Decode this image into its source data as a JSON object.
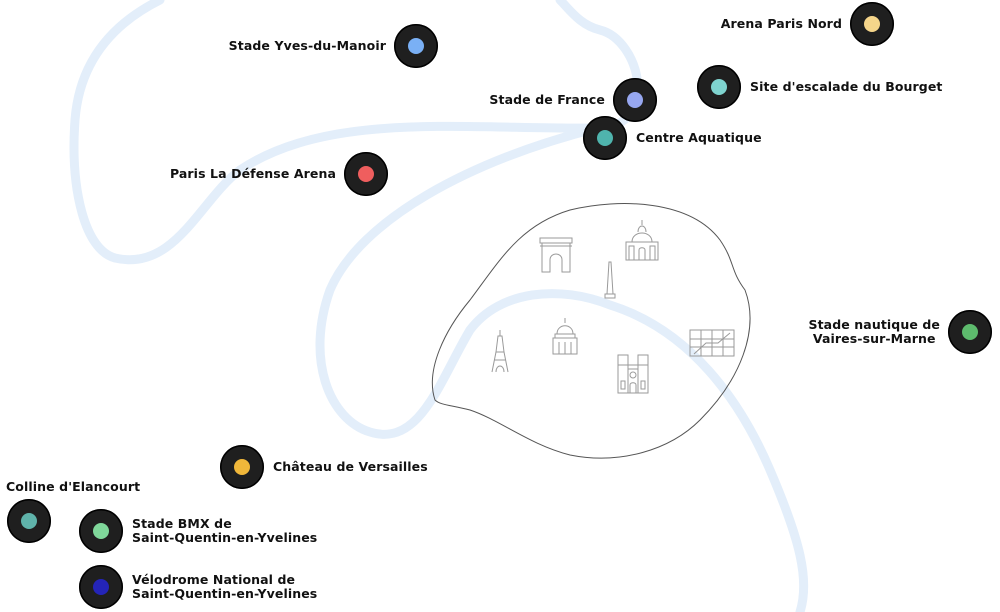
{
  "map": {
    "colors": {
      "river": "#e3eefa",
      "paris_outline": "#555555",
      "landmark_stroke": "#9a9a9a",
      "marker_fill": "#1f1f1f"
    },
    "venues": [
      {
        "id": "arena-paris-nord",
        "lines": [
          "Arena Paris Nord"
        ],
        "color": "#f5d58a",
        "icon": "venue-marker"
      },
      {
        "id": "stade-yves-du-manoir",
        "lines": [
          "Stade Yves-du-Manoir"
        ],
        "color": "#7ab0f5",
        "icon": "venue-marker"
      },
      {
        "id": "site-escalade-bourget",
        "lines": [
          "Site d'escalade du Bourget"
        ],
        "color": "#7fd3cf",
        "icon": "venue-marker"
      },
      {
        "id": "stade-de-france",
        "lines": [
          "Stade de France"
        ],
        "color": "#97a7f0",
        "icon": "venue-marker"
      },
      {
        "id": "centre-aquatique",
        "lines": [
          "Centre Aquatique"
        ],
        "color": "#4fb4ad",
        "icon": "venue-marker"
      },
      {
        "id": "paris-la-defense-arena",
        "lines": [
          "Paris La Défense Arena"
        ],
        "color": "#ef5e5e",
        "icon": "venue-marker"
      },
      {
        "id": "stade-nautique-vaires",
        "lines": [
          "Stade nautique de",
          "Vaires-sur-Marne"
        ],
        "color": "#5dbb6d",
        "icon": "venue-marker"
      },
      {
        "id": "chateau-de-versailles",
        "lines": [
          "Château de Versailles"
        ],
        "color": "#f0b73a",
        "icon": "venue-marker"
      },
      {
        "id": "colline-elancourt",
        "lines": [
          "Colline d'Elancourt"
        ],
        "color": "#5fb3aa",
        "icon": "venue-marker"
      },
      {
        "id": "stade-bmx-sqy",
        "lines": [
          "Stade BMX de",
          "Saint-Quentin-en-Yvelines"
        ],
        "color": "#7fd79a",
        "icon": "venue-marker"
      },
      {
        "id": "velodrome-sqy",
        "lines": [
          "Vélodrome National de",
          "Saint-Quentin-en-Yvelines"
        ],
        "color": "#2424b8",
        "icon": "venue-marker"
      }
    ],
    "landmarks": [
      {
        "id": "arc-de-triomphe",
        "icon": "arc-de-triomphe-icon"
      },
      {
        "id": "sacre-coeur",
        "icon": "sacre-coeur-icon"
      },
      {
        "id": "obelisk",
        "icon": "obelisk-icon"
      },
      {
        "id": "eiffel-tower",
        "icon": "eiffel-tower-icon"
      },
      {
        "id": "invalides",
        "icon": "invalides-icon"
      },
      {
        "id": "notre-dame",
        "icon": "notre-dame-icon"
      },
      {
        "id": "pompidou",
        "icon": "centre-pompidou-icon"
      }
    ]
  }
}
